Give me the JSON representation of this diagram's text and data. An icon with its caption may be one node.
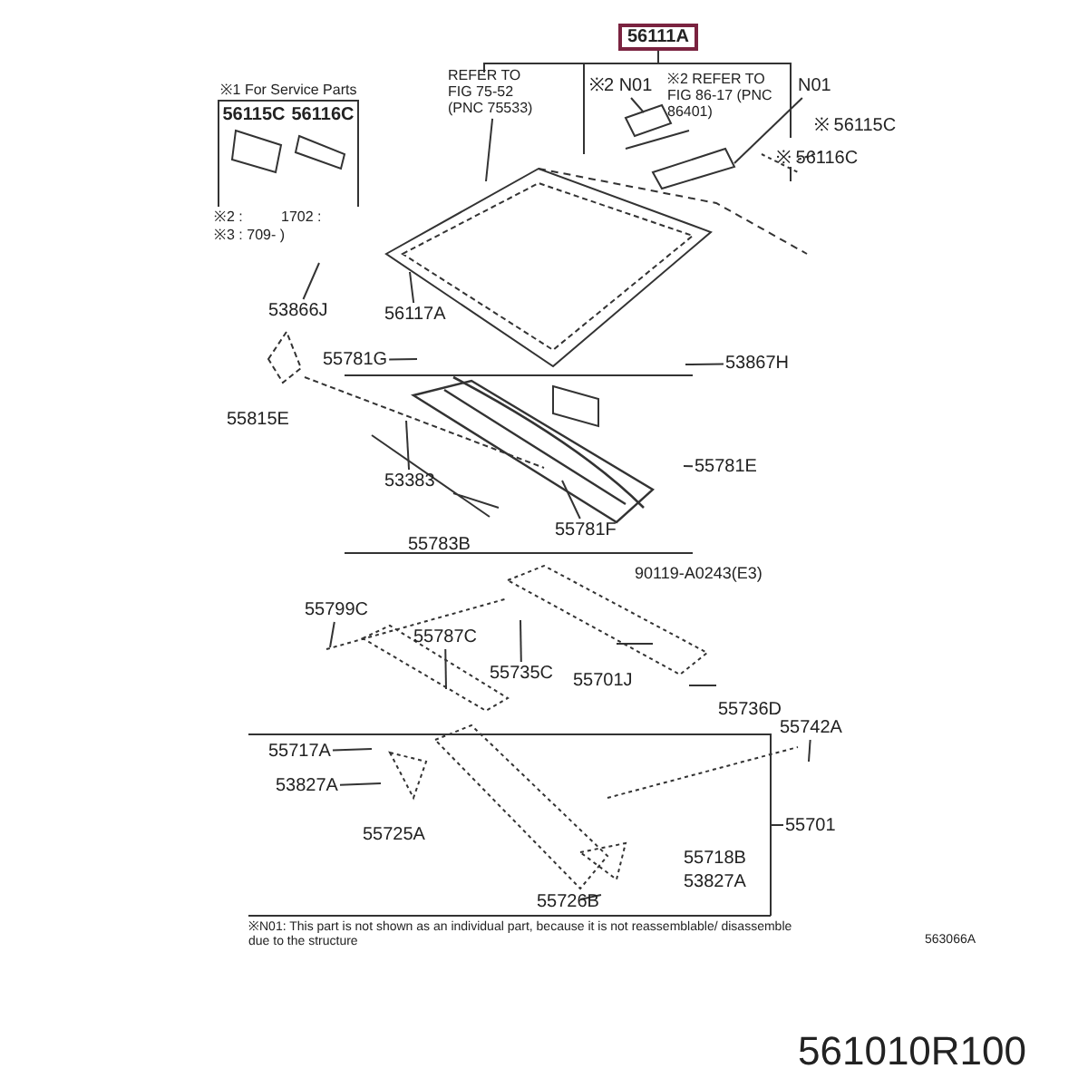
{
  "diagram": {
    "nodes": [
      {
        "text": [
          "※1 For Service Parts",
          "56115C",
          "56116C"
        ]
      },
      {
        "text": [
          "56111A"
        ]
      },
      {
        "text": [
          "REFER TO FIG 75-52 (PNC 75533)"
        ]
      },
      {
        "text": [
          "※2 N01"
        ]
      },
      {
        "text": [
          "※2 REFER TO FIG 86-17 (PNC 86401)"
        ]
      },
      {
        "text": [
          "N01"
        ]
      },
      {
        "text": [
          "53866J"
        ]
      },
      {
        "text": [
          "56117A"
        ]
      },
      {
        "text": [
          "55781G"
        ]
      },
      {
        "text": [
          "53867H"
        ]
      },
      {
        "text": [
          "53383"
        ]
      },
      {
        "text": [
          "55781E"
        ]
      },
      {
        "text": [
          "55781F"
        ]
      },
      {
        "text": [
          "55799C"
        ]
      },
      {
        "text": [
          "55787C"
        ]
      },
      {
        "text": [
          "55735C"
        ]
      },
      {
        "text": [
          "55717A"
        ]
      },
      {
        "text": [
          "53827A"
        ]
      },
      {
        "text": [
          "55726B"
        ]
      },
      {
        "text": [
          "55742A"
        ]
      }
    ],
    "edges": [
      {
        "from": 2,
        "to": null,
        "arrow": "none"
      },
      {
        "from": 3,
        "to": null,
        "arrow": "none"
      },
      {
        "from": 5,
        "to": null,
        "arrow": "none"
      },
      {
        "from": 6,
        "to": null,
        "arrow": "none"
      },
      {
        "from": 7,
        "to": null,
        "arrow": "none"
      },
      {
        "from": 8,
        "to": null,
        "arrow": "none"
      },
      {
        "from": 9,
        "to": null,
        "arrow": "none"
      },
      {
        "from": 10,
        "to": null,
        "arrow": "none"
      },
      {
        "from": 11,
        "to": null,
        "arrow": "none"
      },
      {
        "from": 12,
        "to": null,
        "arrow": "none"
      },
      {
        "from": 13,
        "to": null,
        "arrow": "none"
      },
      {
        "from": 14,
        "to": null,
        "arrow": "none"
      },
      {
        "from": 15,
        "to": null,
        "arrow": "none"
      },
      {
        "from": 16,
        "to": null,
        "arrow": "none"
      },
      {
        "from": 17,
        "to": null,
        "arrow": "none"
      },
      {
        "from": 18,
        "to": null,
        "arrow": "none"
      },
      {
        "from": 19,
        "to": null,
        "arrow": "none"
      }
    ],
    "labels": [
      "※2 :",
      "1702 :",
      "※3 : 709- )",
      "※ 56115C",
      "※ 56116C",
      "55815E",
      "55783B",
      "90119-A0243(E3)",
      "55701J",
      "55736D",
      "55725A",
      "55701",
      "55718B",
      "53827A",
      "※N01: This part is not shown as an individual part, because it is not reassemblable/ disassemble due to the structure",
      "563066A",
      "561010R100"
    ]
  }
}
